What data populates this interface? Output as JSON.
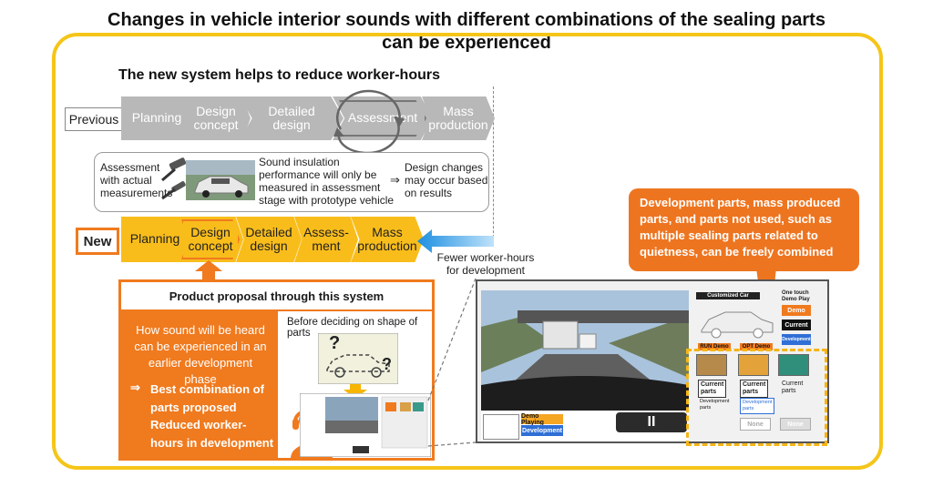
{
  "title_line1": "Changes in vehicle interior sounds with different combinations of the sealing parts",
  "title_line2": "can be experienced",
  "subtitle": "The new system helps to reduce worker-hours",
  "previous": {
    "tag": "Previous",
    "steps": [
      {
        "l1": "Planning",
        "l2": ""
      },
      {
        "l1": "Design",
        "l2": "concept"
      },
      {
        "l1": "Detailed",
        "l2": "design"
      },
      {
        "l1": "Assessment",
        "l2": ""
      },
      {
        "l1": "Mass",
        "l2": "production"
      }
    ],
    "assessment_note": [
      "Assessment",
      "with actual",
      "measurements"
    ],
    "sound_note": [
      "Sound insulation",
      "performance will only be",
      "measured in assessment",
      "stage with prototype vehicle"
    ],
    "design_change_note": [
      "Design changes",
      "may occur based",
      "on results"
    ],
    "arrow_symbol": "⇒"
  },
  "new": {
    "tag": "New",
    "steps": [
      {
        "l1": "Planning",
        "l2": ""
      },
      {
        "l1": "Design",
        "l2": "concept"
      },
      {
        "l1": "Detailed",
        "l2": "design"
      },
      {
        "l1": "Assess-",
        "l2": "ment"
      },
      {
        "l1": "Mass",
        "l2": "production"
      }
    ],
    "fewer_note": [
      "Fewer worker-hours",
      "for development"
    ]
  },
  "proposal": {
    "heading": "Product proposal through this system",
    "how_sound": [
      "How sound will be heard",
      "can be experienced in an",
      "earlier development phase"
    ],
    "arrow_symbol": "⇒",
    "results": [
      "Best combination of",
      "parts proposed",
      "Reduced worker-",
      "hours in development"
    ],
    "before_deciding": "Before deciding on shape of parts",
    "question_mark": "?"
  },
  "callout": [
    "Development parts, mass produced",
    "parts, and parts not used, such as",
    "multiple sealing parts related to",
    "quietness, can be freely combined"
  ],
  "screen": {
    "customized_car": "Customized Car",
    "one_touch": [
      "One touch",
      "Demo Play"
    ],
    "demo": "Demo",
    "current": "Current",
    "development": "Development",
    "run_demo": "RUN Demo",
    "opt_demo": "OPT Demo",
    "demo_playing": "Demo Playing",
    "development_btn": "Development",
    "col_current": [
      "Current",
      "parts"
    ],
    "col_dev": [
      "Development",
      "parts"
    ],
    "none": "None",
    "pause_symbol": "II"
  },
  "colors": {
    "accent_orange": "#f07a1e",
    "frame_yellow": "#f5c518",
    "new_step_yellow": "#f9bd1b",
    "previous_step_gray": "#b8b8b8"
  }
}
